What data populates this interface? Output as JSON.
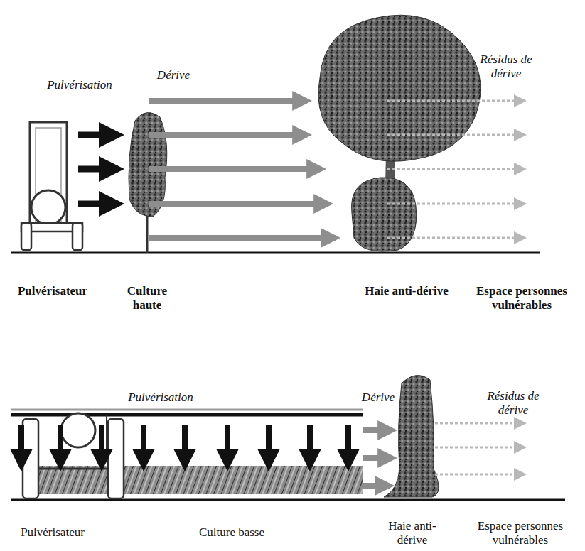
{
  "diagram": {
    "labels": [
      "Pulvérisation",
      "Dérive",
      "Résidus de dérive",
      "Pulvérisateur",
      "Culture haute",
      "Haie anti-dérive",
      "Espace personnes vulnérables",
      "Pulvérisation",
      "Dérive",
      "Résidus de dérive",
      "Pulvérisateur",
      "Culture basse",
      "Haie anti-dérive",
      "Espace personnes vulnérables"
    ]
  }
}
